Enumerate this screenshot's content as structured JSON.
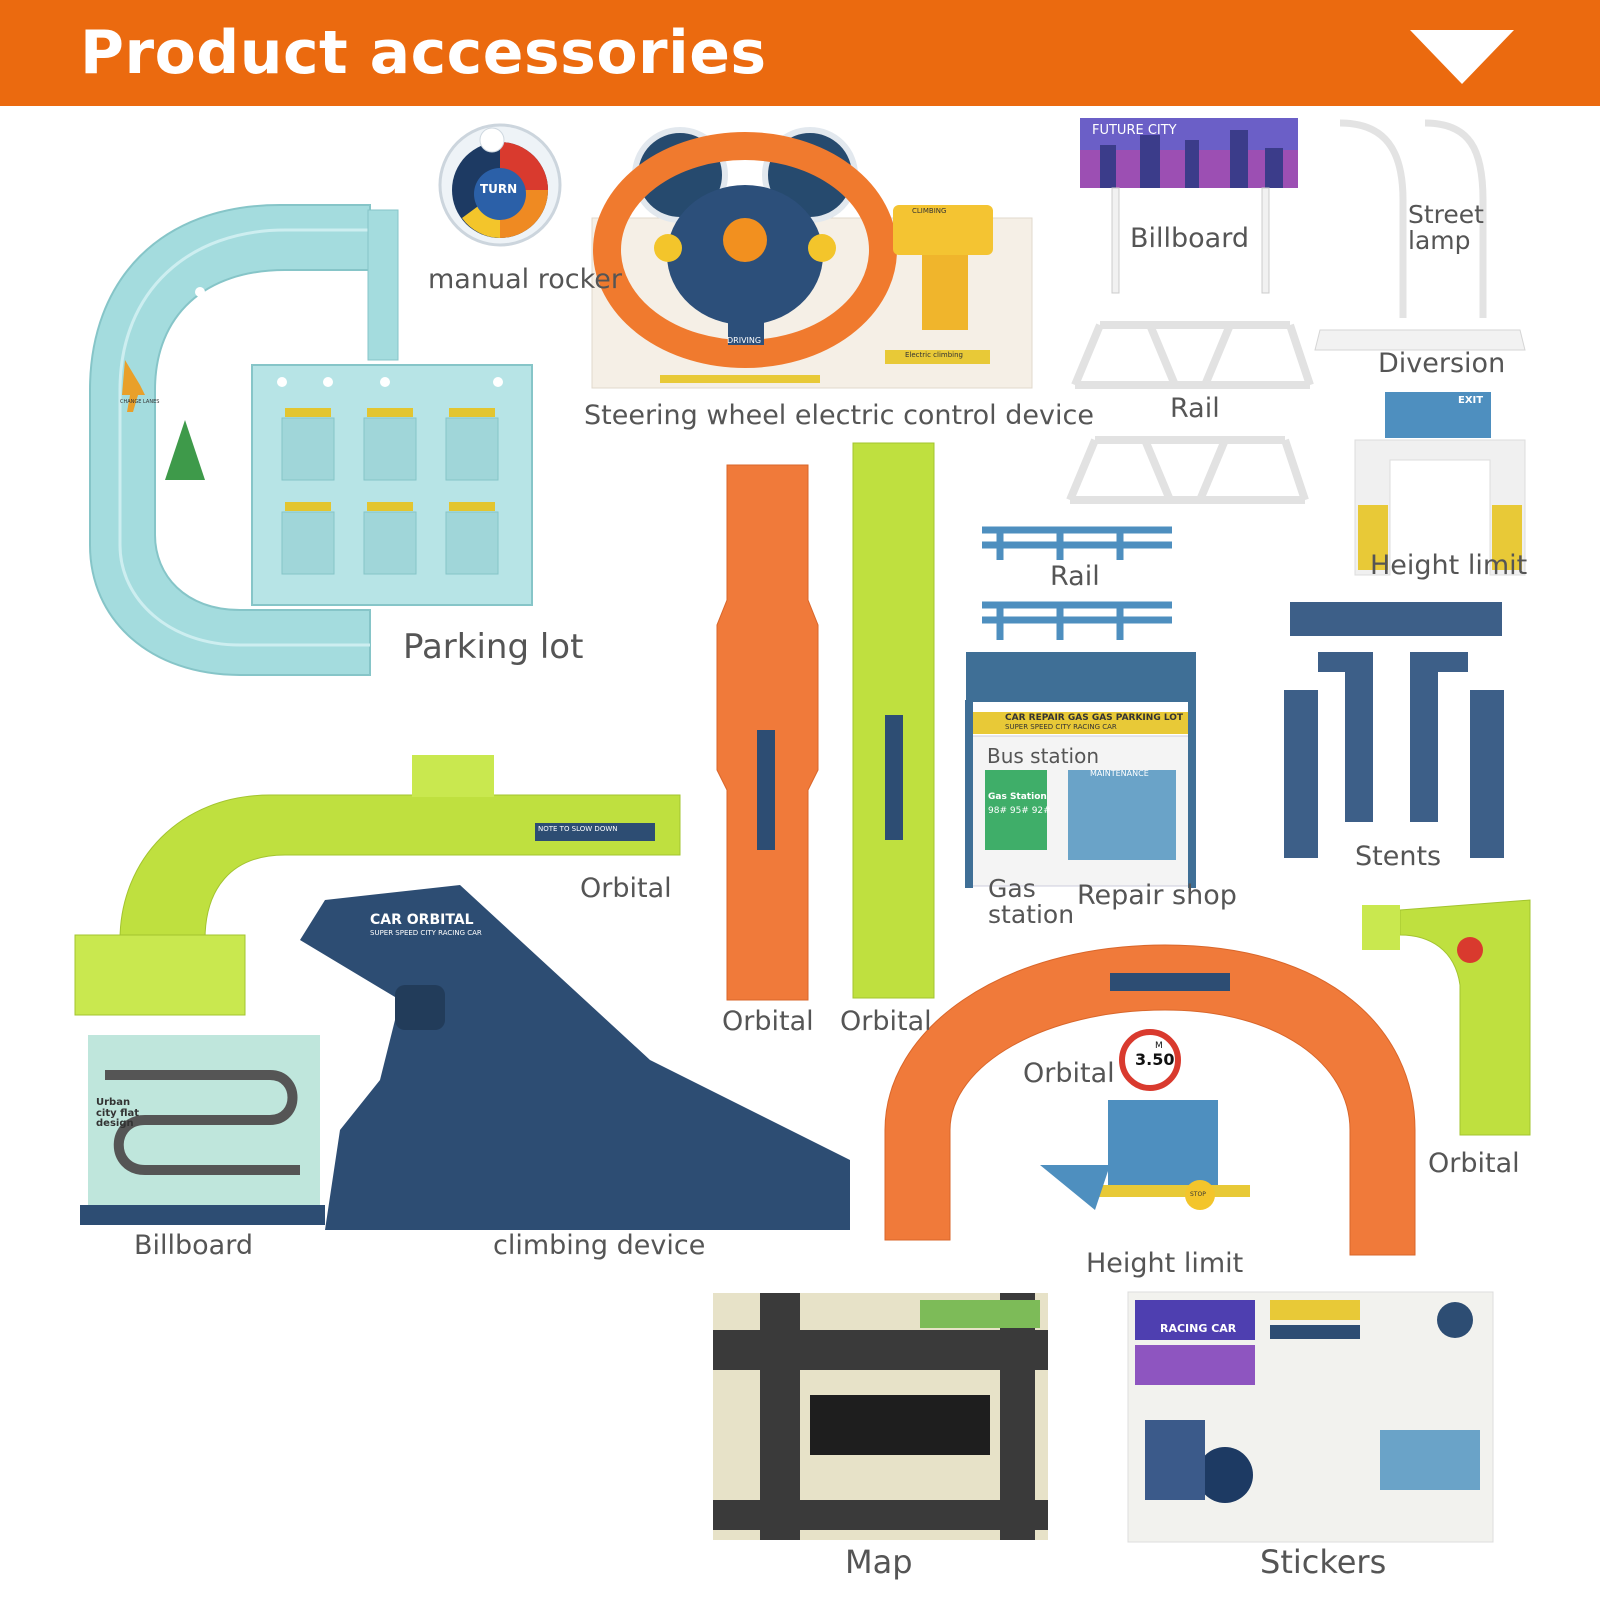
{
  "header": {
    "title": "Product accessories"
  },
  "labels": {
    "manual_rocker": "manual rocker",
    "steering_device": "Steering wheel electric control device",
    "billboard_top": "Billboard",
    "street_lamp": "Street\nlamp",
    "diversion": "Diversion",
    "rail_top": "Rail",
    "height_limit_top": "Height limit",
    "rail_blue": "Rail",
    "parking_lot": "Parking lot",
    "bus_station": "Bus station",
    "stents": "Stents",
    "orbital_green": "Orbital",
    "gas_station": "Gas\nstation",
    "repair_shop": "Repair shop",
    "orbital_orange_vertical": "Orbital",
    "orbital_green_vertical": "Orbital",
    "orbital_arch": "Orbital",
    "orbital_right": "Orbital",
    "billboard_bottom": "Billboard",
    "climbing_device": "climbing device",
    "height_limit_bottom": "Height limit",
    "map": "Map",
    "stickers": "Stickers"
  },
  "product_text": {
    "turn_button": "TURN",
    "future_city": "FUTURE CITY",
    "car_orbital": "CAR ORBITAL",
    "car_orbital_sub": "SUPER SPEED CITY RACING CAR",
    "station_sign": "CAR REPAIR  GAS GAS  PARKING LOT",
    "station_sign_sub": "SUPER SPEED CITY RACING CAR",
    "maintenance": "MAINTENANCE",
    "gas_station_sign": "Gas Station",
    "gas_prices": "98#  95#  92#",
    "note_slow": "NOTE TO SLOW DOWN",
    "urban_design": "Urban\ncity flat\ndesign",
    "height_sign": "3.50",
    "height_unit": "M",
    "exit_sign": "EXIT",
    "stop_sign": "STOP",
    "change_lanes": "CHANGE LANES",
    "driving": "DRIVING",
    "climbing": "CLIMBING",
    "electric_climbing": "Electric climbing",
    "racing_car": "RACING CAR"
  },
  "colors": {
    "header": "#eb6a0f",
    "teal": "#a4dcde",
    "lime": "#bfe03f",
    "orange": "#f07a3a",
    "navy": "#2d4d73",
    "blue": "#4e8fbf",
    "label": "#555555"
  }
}
